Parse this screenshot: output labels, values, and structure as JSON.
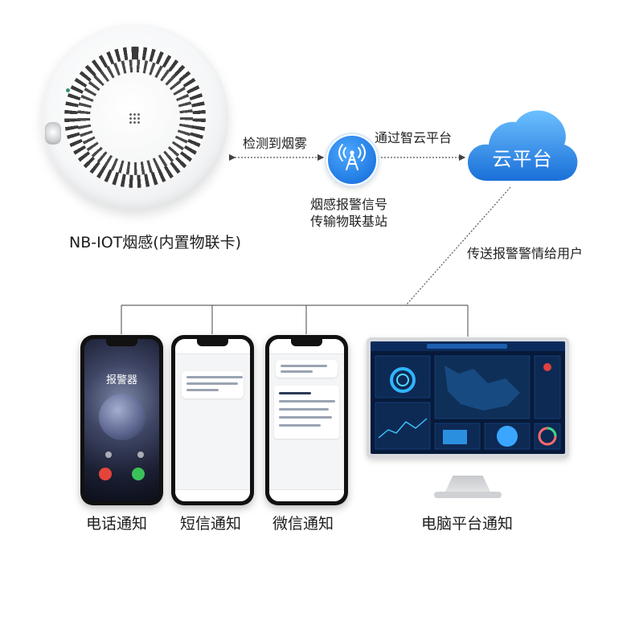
{
  "diagram": {
    "detector_label": "NB-IOT烟感(内置物联卡)",
    "edge_detect": "检测到烟雾",
    "edge_cloud": "通过智云平台",
    "station_label_1": "烟感报警信号",
    "station_label_2": "传输物联基站",
    "cloud_label": "云平台",
    "edge_send": "传送报警警情给用户",
    "phone_call_name": "报警器",
    "channels": [
      {
        "label": "电话通知"
      },
      {
        "label": "短信通知"
      },
      {
        "label": "微信通知"
      },
      {
        "label": "电脑平台通知"
      }
    ]
  },
  "colors": {
    "accent_blue": "#1e77e0",
    "cloud_light": "#5fb7ff",
    "cloud_dark": "#1a6fd8",
    "connector": "#555555",
    "decline": "#e4453b",
    "accept": "#3bc15a"
  }
}
